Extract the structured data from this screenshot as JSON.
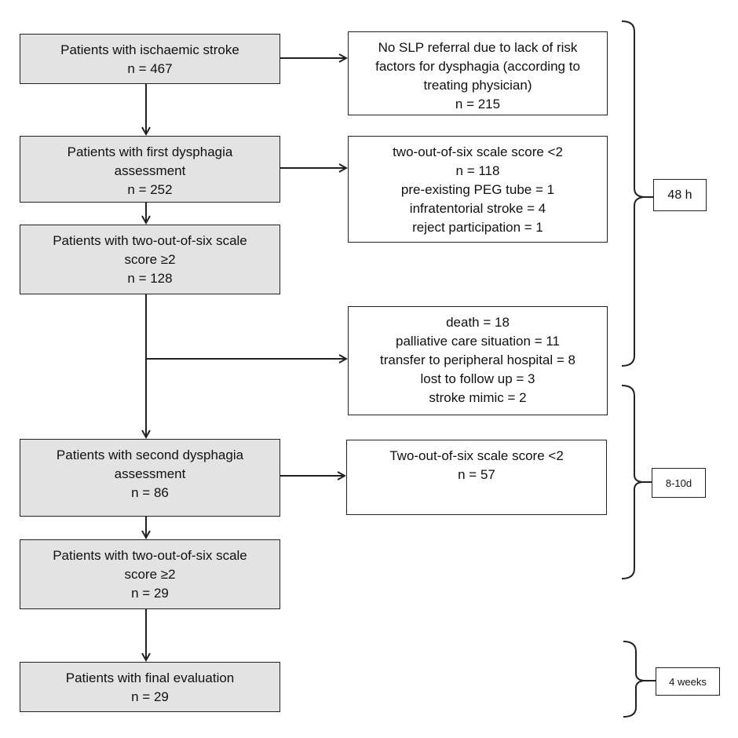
{
  "main_flow": [
    {
      "id": "ischaemic",
      "lines": [
        "Patients with ischaemic stroke",
        "n = 467"
      ]
    },
    {
      "id": "first-assessment",
      "lines": [
        "Patients with first dysphagia",
        "assessment",
        "n = 252"
      ]
    },
    {
      "id": "score-1",
      "lines": [
        "Patients with two-out-of-six scale",
        "score ≥2",
        "n = 128"
      ]
    },
    {
      "id": "second-assessment",
      "lines": [
        "Patients with second dysphagia",
        "assessment",
        "n = 86"
      ]
    },
    {
      "id": "score-2",
      "lines": [
        "Patients with two-out-of-six scale",
        "score ≥2",
        "n = 29"
      ]
    },
    {
      "id": "final",
      "lines": [
        "Patients with final evaluation",
        "n = 29"
      ]
    }
  ],
  "exclusions": [
    {
      "id": "no-slp",
      "lines": [
        "No SLP referral due to lack of risk",
        "factors for dysphagia (according to",
        "treating physician)",
        "n = 215"
      ]
    },
    {
      "id": "first-excl",
      "lines": [
        "two-out-of-six scale score <2",
        "n = 118",
        "pre-existing PEG tube = 1",
        "infratentorial stroke = 4",
        "reject participation = 1"
      ]
    },
    {
      "id": "loss",
      "lines": [
        "death = 18",
        "palliative care situation = 11",
        "transfer to peripheral hospital = 8",
        "lost to follow up = 3",
        "stroke mimic = 2"
      ]
    },
    {
      "id": "second-excl",
      "lines": [
        "Two-out-of-six scale score <2",
        "n = 57"
      ]
    }
  ],
  "timeframes": {
    "t1": "48 h",
    "t2": "8-10d",
    "t3": "4 weeks"
  }
}
